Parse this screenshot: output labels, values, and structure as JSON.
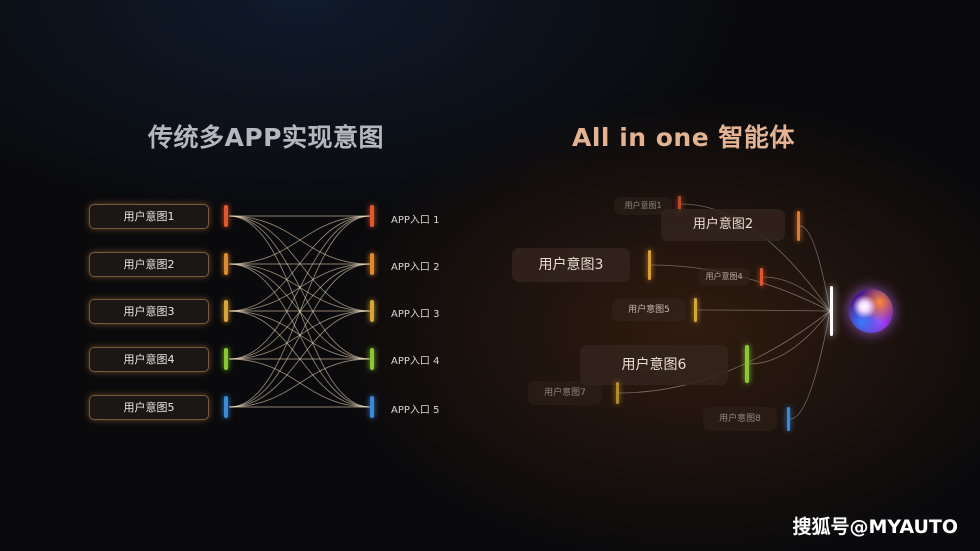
{
  "left": {
    "title": "传统多APP实现意图",
    "intents": [
      {
        "label": "用户意图1",
        "color": "#e0582e"
      },
      {
        "label": "用户意图2",
        "color": "#e08a2e"
      },
      {
        "label": "用户意图3",
        "color": "#d8a636"
      },
      {
        "label": "用户意图4",
        "color": "#8ac832"
      },
      {
        "label": "用户意图5",
        "color": "#3a8ad8"
      }
    ],
    "apps": [
      {
        "label": "APP入口 1",
        "color": "#e0582e"
      },
      {
        "label": "APP入口 2",
        "color": "#e08a2e"
      },
      {
        "label": "APP入口 3",
        "color": "#d8a636"
      },
      {
        "label": "APP入口 4",
        "color": "#8ac832"
      },
      {
        "label": "APP入口 5",
        "color": "#3a8ad8"
      }
    ]
  },
  "right": {
    "title": "All in one 智能体",
    "intents": [
      {
        "label": "用户意图1",
        "color": "#e0582e"
      },
      {
        "label": "用户意图2",
        "color": "#e07a2e"
      },
      {
        "label": "用户意图3",
        "color": "#e09a3a"
      },
      {
        "label": "用户意图4",
        "color": "#e0582e"
      },
      {
        "label": "用户意图5",
        "color": "#d8a636"
      },
      {
        "label": "用户意图6",
        "color": "#8ac832"
      },
      {
        "label": "用户意图7",
        "color": "#d8a636"
      },
      {
        "label": "用户意图8",
        "color": "#3a8ad8"
      }
    ]
  },
  "watermark": "搜狐号@MYAUTO"
}
